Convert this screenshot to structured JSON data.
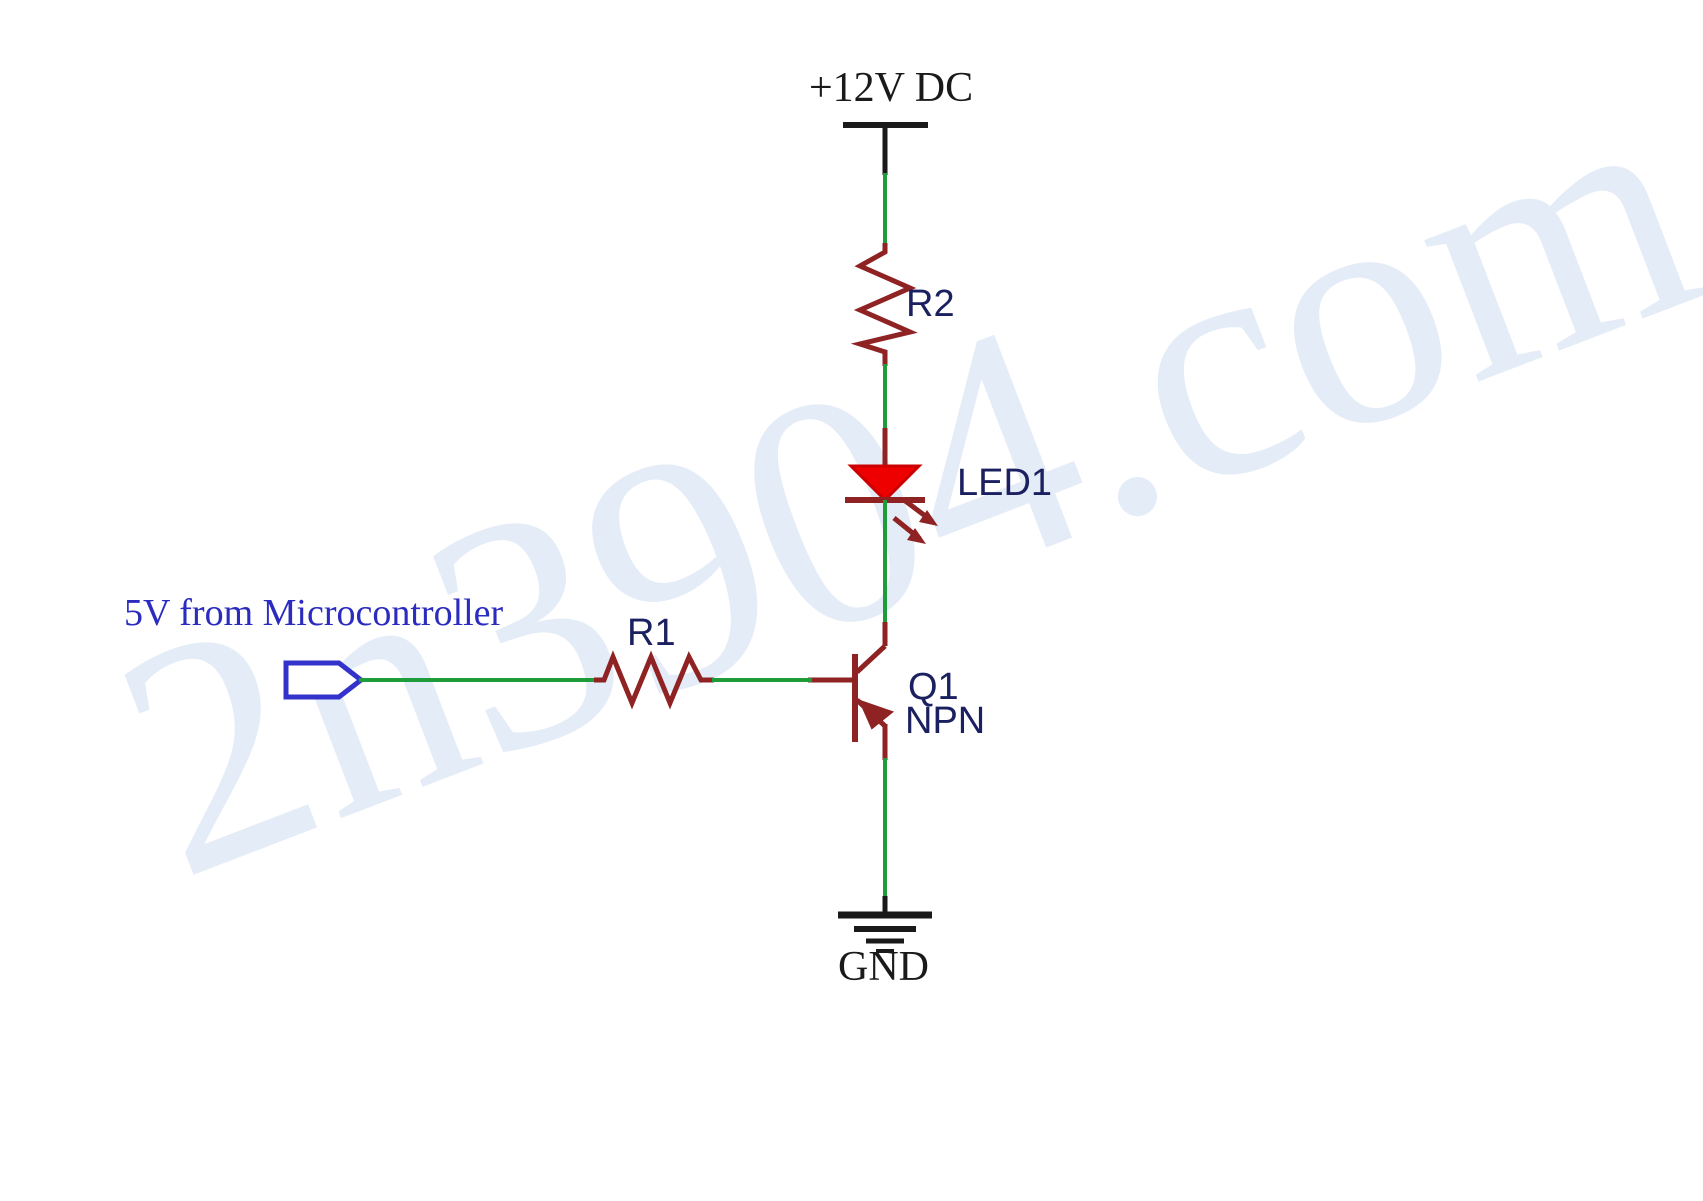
{
  "diagram": {
    "title": "NPN transistor LED driver schematic",
    "watermark": {
      "text": "2n3904.com",
      "color": "#e3ebf6"
    },
    "colors": {
      "wire_green": "#1f9c3a",
      "component_red": "#8f2222",
      "led_fill": "#ee0000",
      "label_navy": "#1b2060",
      "label_blue": "#2b2bbf",
      "label_black": "#1a1a1a",
      "connector_blue": "#3333cc"
    },
    "labels": {
      "supply": "+12V DC",
      "resistor_r2": "R2",
      "led": "LED1",
      "input_source": "5V from Microcontroller",
      "resistor_r1": "R1",
      "transistor_ref": "Q1",
      "transistor_type": "NPN",
      "ground": "GND"
    },
    "nets": [
      {
        "name": "supply-rail-to-r2",
        "from": "+12V DC",
        "to": "R2"
      },
      {
        "name": "r2-to-led-anode",
        "from": "R2",
        "to": "LED1"
      },
      {
        "name": "led-cathode-to-collector",
        "from": "LED1",
        "to": "Q1 collector"
      },
      {
        "name": "input-to-r1",
        "from": "5V from Microcontroller",
        "to": "R1"
      },
      {
        "name": "r1-to-base",
        "from": "R1",
        "to": "Q1 base"
      },
      {
        "name": "emitter-to-gnd",
        "from": "Q1 emitter",
        "to": "GND"
      }
    ],
    "components": [
      {
        "ref": "R2",
        "type": "resistor",
        "orientation": "vertical"
      },
      {
        "ref": "LED1",
        "type": "led",
        "orientation": "vertical-cathode-down"
      },
      {
        "ref": "R1",
        "type": "resistor",
        "orientation": "horizontal"
      },
      {
        "ref": "Q1",
        "type": "npn-transistor",
        "device": "NPN"
      },
      {
        "ref": "GND",
        "type": "earth-ground"
      },
      {
        "ref": "+12V DC",
        "type": "power-rail"
      }
    ]
  }
}
